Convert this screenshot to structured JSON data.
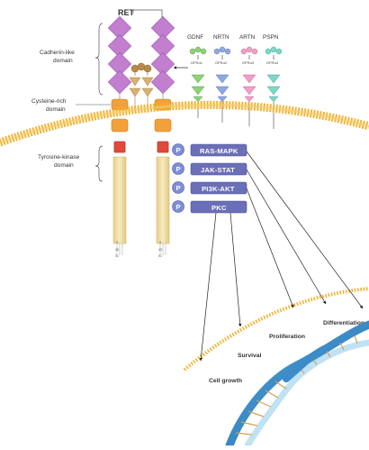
{
  "title": "RET",
  "domains": {
    "cadherin": [
      "Cadherin-like",
      "domain"
    ],
    "cysteine": [
      "Cysteine-rich",
      "domain"
    ],
    "kinase": [
      "Tyrosine-kinase",
      "domain"
    ]
  },
  "ligands": [
    {
      "name": "GDNF",
      "receptor": "GFRα1",
      "color": "#8fd17a"
    },
    {
      "name": "NRTN",
      "receptor": "GFRα2",
      "color": "#8fa8e0"
    },
    {
      "name": "ARTN",
      "receptor": "GFRα3",
      "color": "#f0a0c8"
    },
    {
      "name": "PSPN",
      "receptor": "GFRα4",
      "color": "#7fd6c8"
    }
  ],
  "pathway_marker": "P",
  "pathways": [
    "RAS-MAPK",
    "JAK-STAT",
    "PI3K-AKT",
    "PKC"
  ],
  "outcomes": [
    "Differentiation",
    "Proliferation",
    "Survival",
    "Cell growth"
  ],
  "isoform_labels": {
    "left": [
      "9",
      "43",
      "51"
    ],
    "right": [
      "9",
      "43",
      "51"
    ]
  },
  "colors": {
    "cadherin": "#c27fd0",
    "cysteine": "#f2a03a",
    "kinase": "#f1dfa5",
    "membrane": "#f0b02a",
    "pathway_box": "#6b6fb8",
    "p_circle": "#7f8fd6",
    "gdnf_ball": "#b88a4a"
  }
}
